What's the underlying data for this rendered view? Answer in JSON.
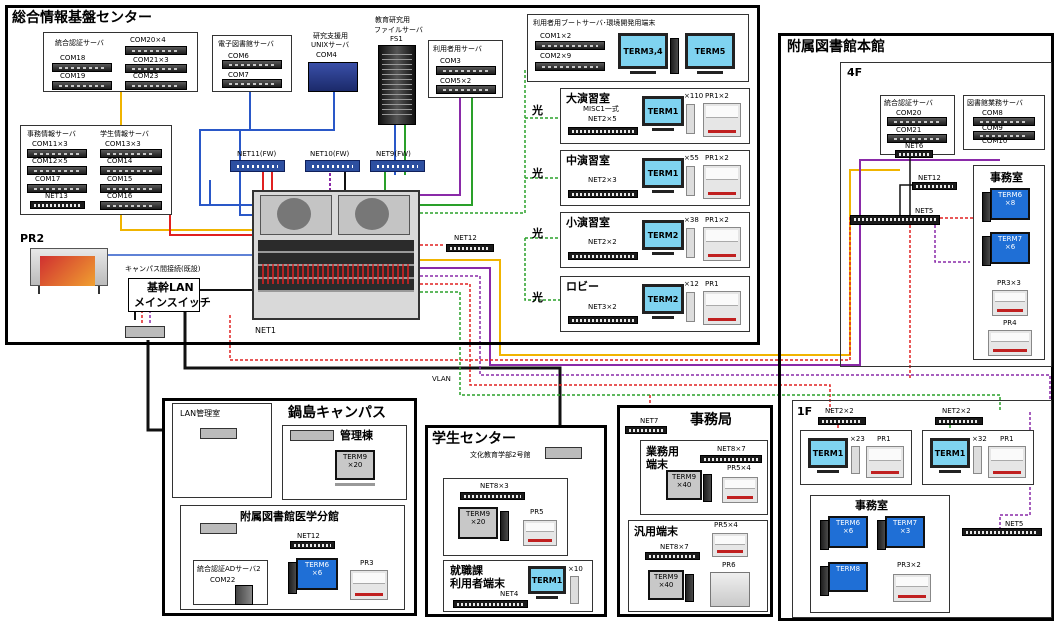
{
  "center": {
    "title": "総合情報基盤センター"
  },
  "group_auth": {
    "title": "統合認証サーバ",
    "com18": "COM18",
    "com19": "COM19",
    "com20": "COM20×4",
    "com21": "COM21×3",
    "com23": "COM23"
  },
  "group_lib": {
    "title": "電子図書館サーバ",
    "com6": "COM6",
    "com7": "COM7"
  },
  "research_unix": {
    "title_l1": "研究支援用",
    "title_l2": "UNIXサーバ",
    "com": "COM4"
  },
  "edu_fs": {
    "title_l1": "教育研究用",
    "title_l2": "ファイルサーバ",
    "title_l3": "FS1"
  },
  "group_user_srv": {
    "title": "利用者用サーバ",
    "com3": "COM3",
    "com5": "COM5×2"
  },
  "group_boot": {
    "title": "利用者用ブートサーバ･環境開発用端末",
    "com1": "COM1×2",
    "com2": "COM2×9",
    "term_a": "TERM3,4",
    "term_b": "TERM5"
  },
  "group_admin": {
    "title_a": "事務情報サーバ",
    "title_b": "学生情報サーバ",
    "com11": "COM11×3",
    "com12": "COM12×5",
    "com13": "COM13×3",
    "com14": "COM14",
    "com15": "COM15",
    "com16": "COM16",
    "com17": "COM17",
    "net13": "NET13"
  },
  "firewalls": {
    "fw1": "NET11(FW)",
    "fw2": "NET10(FW)",
    "fw3": "NET9(FW)"
  },
  "core": {
    "net1": "NET1",
    "net12": "NET12",
    "pr2": "PR2",
    "campus_link": "キャンパス間接続(既設)",
    "core_switch_l1": "基幹LAN",
    "core_switch_l2": "メインスイッチ",
    "vlan": "VLAN"
  },
  "hikari": "光",
  "rooms": [
    {
      "name": "大演習室",
      "sub": "MISC1一式",
      "term": "TERM1",
      "term_count": "×110",
      "pr": "PR1×2",
      "net": "NET2×5"
    },
    {
      "name": "中演習室",
      "sub": "",
      "term": "TERM1",
      "term_count": "×55",
      "pr": "PR1×2",
      "net": "NET2×3"
    },
    {
      "name": "小演習室",
      "sub": "",
      "term": "TERM2",
      "term_count": "×38",
      "pr": "PR1×2",
      "net": "NET2×2"
    },
    {
      "name": "ロビー",
      "sub": "",
      "term": "TERM2",
      "term_count": "×12",
      "pr": "PR1",
      "net": "NET3×2"
    }
  ],
  "library_main": {
    "title": "附属図書館本館",
    "floor4": "4F",
    "auth_title": "統合認証サーバ",
    "com20": "COM20",
    "com21": "COM21",
    "net6": "NET6",
    "lib_title": "図書館業務サーバ",
    "com8": "COM8",
    "com9": "COM9",
    "com10": "COM10",
    "net12": "NET12",
    "net5": "NET5",
    "office": "事務室",
    "term6": "TERM6",
    "term6_count": "×8",
    "term7": "TERM7",
    "term7_count": "×6",
    "pr3": "PR3×3",
    "pr4": "PR4",
    "floor1": "1F",
    "net2a": "NET2×2",
    "net2b": "NET2×2",
    "term1a": "TERM1",
    "term1a_count": "×23",
    "pr1a": "PR1",
    "term1b": "TERM1",
    "term1b_count": "×32",
    "pr1b": "PR1",
    "office1f": "事務室",
    "term6b": "TERM6",
    "term6b_count": "×6",
    "term7b": "TERM7",
    "term7b_count": "×3",
    "term8": "TERM8",
    "pr3b": "PR3×2",
    "net5b": "NET5"
  },
  "nabeshima": {
    "title": "鍋島キャンパス",
    "lan_room": "LAN管理室",
    "admin_bldg": "管理棟",
    "term9": "TERM9",
    "term9_count": "×20",
    "med_lib": "附属図書館医学分館",
    "net12": "NET12",
    "ad_l1": "統合認証ADサーバ2",
    "ad_com": "COM22",
    "term6": "TERM6",
    "term6_count": "×6",
    "pr3": "PR3"
  },
  "student_center": {
    "title": "学生センター",
    "building": "文化教育学部2号館",
    "net8": "NET8×3",
    "term9": "TERM9",
    "term9_count": "×20",
    "pr5": "PR5",
    "job_l1": "就職課",
    "job_l2": "利用者端末",
    "term1": "TERM1",
    "term1_count": "×10",
    "net4": "NET4"
  },
  "office_bureau": {
    "title": "事務局",
    "net7": "NET7",
    "work_l1": "業務用",
    "work_l2": "端末",
    "net8a": "NET8×7",
    "term9a": "TERM9",
    "term9a_count": "×40",
    "pr5a": "PR5×4",
    "general": "汎用端末",
    "net8b": "NET8×7",
    "term9b": "TERM9",
    "term9b_count": "×40",
    "pr5b": "PR5×4",
    "pr6": "PR6"
  },
  "colors": {
    "red": "#e02020",
    "blue": "#2a58c8",
    "green": "#2aa02a",
    "purple": "#8a2aa8",
    "yellow": "#f0b400",
    "black": "#111111"
  }
}
